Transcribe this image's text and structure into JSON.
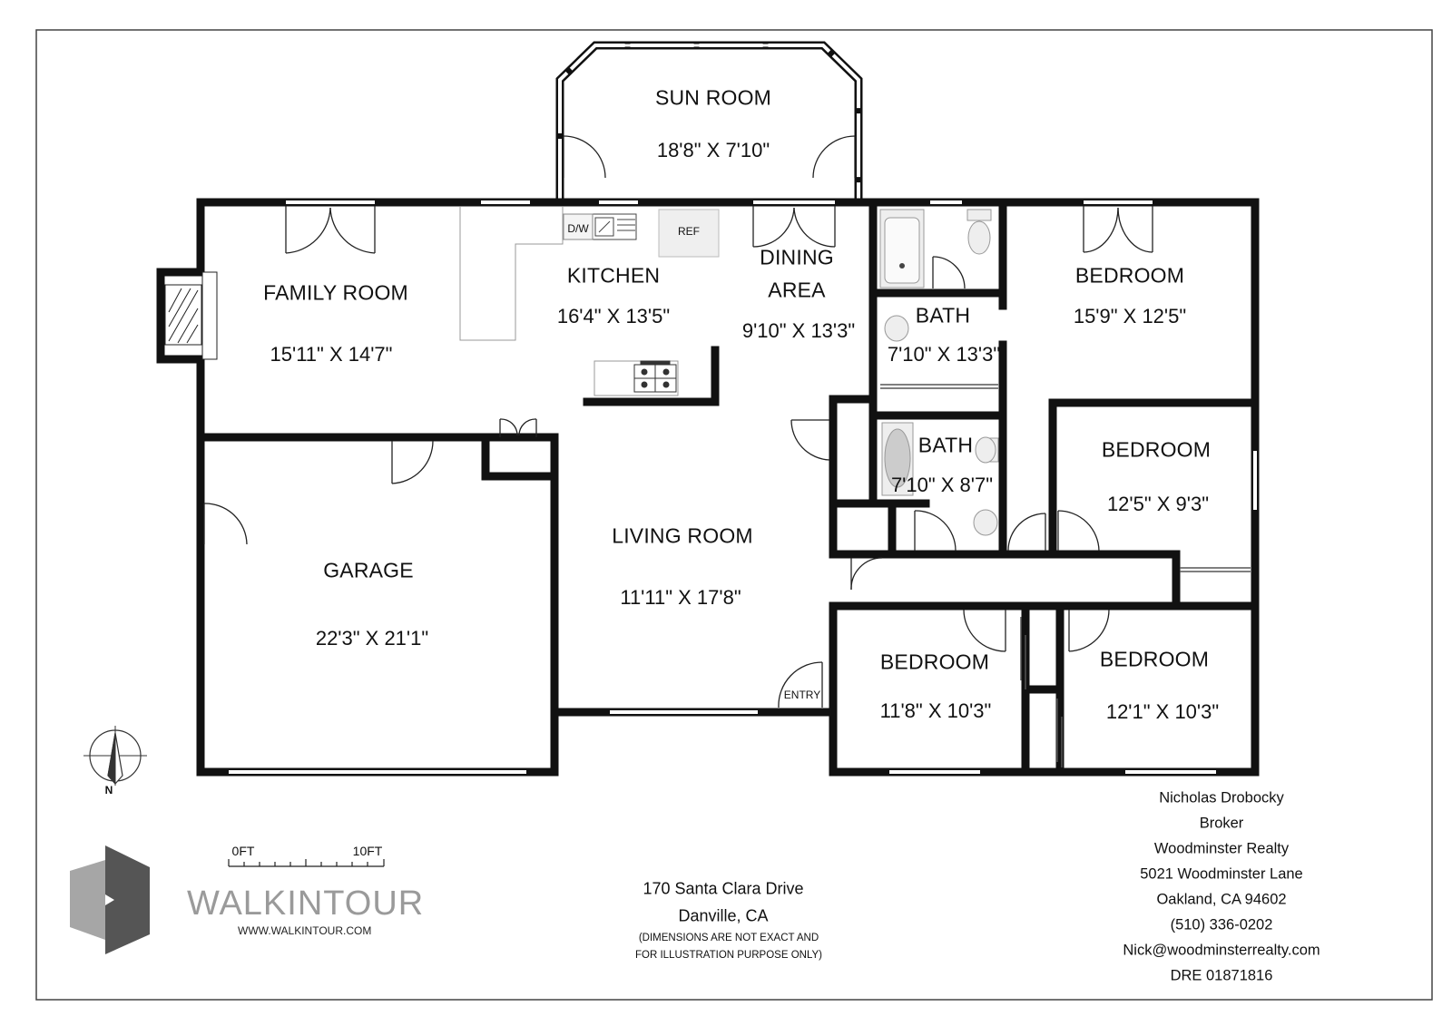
{
  "rooms": {
    "sun_room": {
      "name": "SUN ROOM",
      "dims": "18'8\" X 7'10\""
    },
    "family_room": {
      "name": "FAMILY ROOM",
      "dims": "15'11\" X 14'7\""
    },
    "kitchen": {
      "name": "KITCHEN",
      "dims": "16'4\" X 13'5\""
    },
    "dining": {
      "name_line1": "DINING",
      "name_line2": "AREA",
      "dims": "9'10\" X 13'3\""
    },
    "bath_1": {
      "name": "BATH",
      "dims": "7'10\" X 13'3\""
    },
    "bedroom_1": {
      "name": "BEDROOM",
      "dims": "15'9\" X 12'5\""
    },
    "bath_2": {
      "name": "BATH",
      "dims": "7'10\" X 8'7\""
    },
    "bedroom_2": {
      "name": "BEDROOM",
      "dims": "12'5\" X 9'3\""
    },
    "garage": {
      "name": "GARAGE",
      "dims": "22'3\" X 21'1\""
    },
    "living_room": {
      "name": "LIVING ROOM",
      "dims": "11'11\" X 17'8\""
    },
    "bedroom_3": {
      "name": "BEDROOM",
      "dims": "11'8\" X 10'3\""
    },
    "bedroom_4": {
      "name": "BEDROOM",
      "dims": "12'1\" X 10'3\""
    }
  },
  "fixtures": {
    "dishwasher": "D/W",
    "refrigerator": "REF",
    "entry": "ENTRY"
  },
  "compass": {
    "north_label": "N"
  },
  "scale": {
    "start": "0FT",
    "end": "10FT"
  },
  "brand": {
    "name": "WALKINTOUR",
    "url": "WWW.WALKINTOUR.COM",
    "colors": {
      "logo_dark": "#555555",
      "logo_light": "#a6a6a6"
    }
  },
  "address": {
    "street": "170 Santa Clara Drive",
    "city": "Danville, CA",
    "note_line1": "(DIMENSIONS ARE NOT EXACT AND",
    "note_line2": "FOR ILLUSTRATION PURPOSE ONLY)"
  },
  "agent": {
    "name": "Nicholas Drobocky",
    "title": "Broker",
    "company": "Woodminster Realty",
    "street": "5021 Woodminster Lane",
    "city": "Oakland, CA 94602",
    "phone": "(510) 336-0202",
    "email": "Nick@woodminsterrealty.com",
    "license": "DRE 01871816"
  }
}
